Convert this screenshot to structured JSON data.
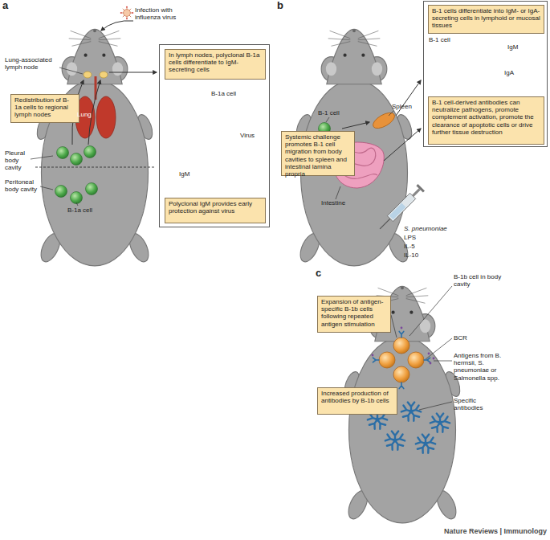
{
  "diagram": {
    "nodes": [
      {
        "text": [
          "Redistribution of B-1a cells to regional lymph nodes"
        ]
      },
      {
        "text": [
          "B-1a cell",
          "IgM",
          "Virus"
        ]
      },
      {
        "text": [
          "In lymph nodes, polyclonal B-1a cells differentiate to IgM-secreting cells"
        ],
        "in": 1
      },
      {
        "text": [
          "Polyclonal IgM provides early protection against virus"
        ],
        "in": 1
      },
      {
        "text": [
          "B-1 cell",
          "IgM",
          "IgA"
        ]
      },
      {
        "text": [
          "B-1 cells differentiate into IgM- or IgA-secreting cells in lymphoid or mucosal tissues"
        ],
        "in": 4
      },
      {
        "text": [
          "B-1 cell-derived antibodies can neutralize pathogens, promote complement activation, promote the clearance of apoptotic cells or drive further tissue destruction"
        ],
        "in": 4
      },
      {
        "text": [
          "Systemic challenge promotes B-1 cell migration from body cavities to spleen and intestinal lamina propria"
        ]
      },
      {
        "text": [
          "Expansion of antigen-specific B-1b cells following repeated antigen stimulation"
        ]
      },
      {
        "text": [
          "Increased production of antibodies by B-1b cells"
        ]
      }
    ],
    "labels": [
      "a",
      "Infection with influenza virus",
      "Lung-associated lymph node",
      "Lung",
      "Pleural body cavity",
      "Peritoneal body cavity",
      "B-1a cell",
      "b",
      "B-1 cell",
      "Spleen",
      "Intestine",
      "S. pneumoniae",
      "LPS",
      "IL-5",
      "IL-10",
      "c",
      "B-1b cell in body cavity",
      "BCR",
      "Antigens from B. hermsii, S. pneumoniae or Salmonella spp.",
      "Specific antibodies",
      "Nature Reviews | Immunology"
    ]
  }
}
